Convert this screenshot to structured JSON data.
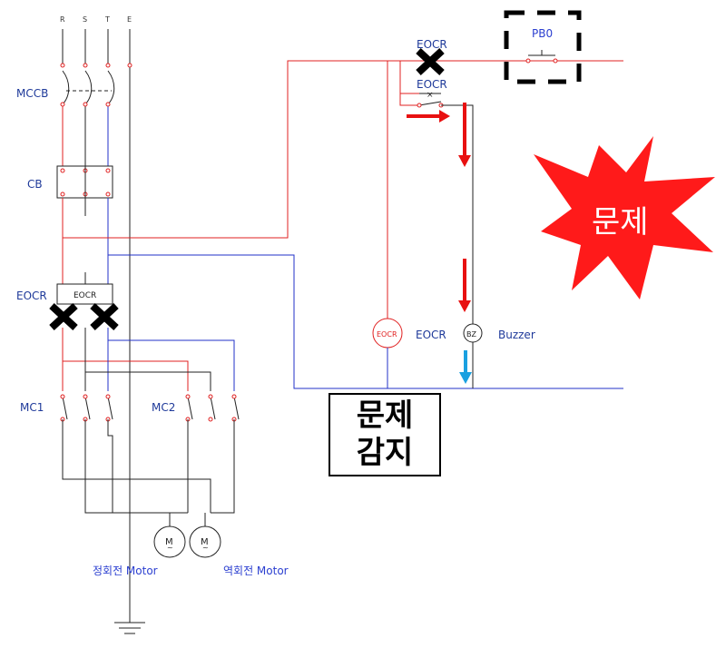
{
  "phases": [
    "R",
    "S",
    "T",
    "E"
  ],
  "labels": {
    "mccb": "MCCB",
    "cb": "CB",
    "eocr_left": "EOCR",
    "eocr_box": "EOCR",
    "mc1": "MC1",
    "mc2": "MC2",
    "eocr_top": "EOCR",
    "eocr_contact": "EOCR",
    "pb0": "PB0",
    "eocr_relay": "EOCR",
    "eocr_relay_coil": "EOCR",
    "bz": "BZ",
    "buzzer": "Buzzer",
    "motor_forward": "정회전 Motor",
    "motor_reverse": "역회전 Motor",
    "motor_symbol": "M"
  },
  "annotations": {
    "burst": "문제",
    "detect_line1": "문제",
    "detect_line2": "감지"
  },
  "colors": {
    "red_wire": "#e02020",
    "blue_wire": "#2030c8",
    "black_wire": "#222222",
    "arrow_red": "#e81010",
    "arrow_blue": "#1aa0e0",
    "burst_fill": "#ff1a1a",
    "label_blue": "#1f3a9a"
  }
}
